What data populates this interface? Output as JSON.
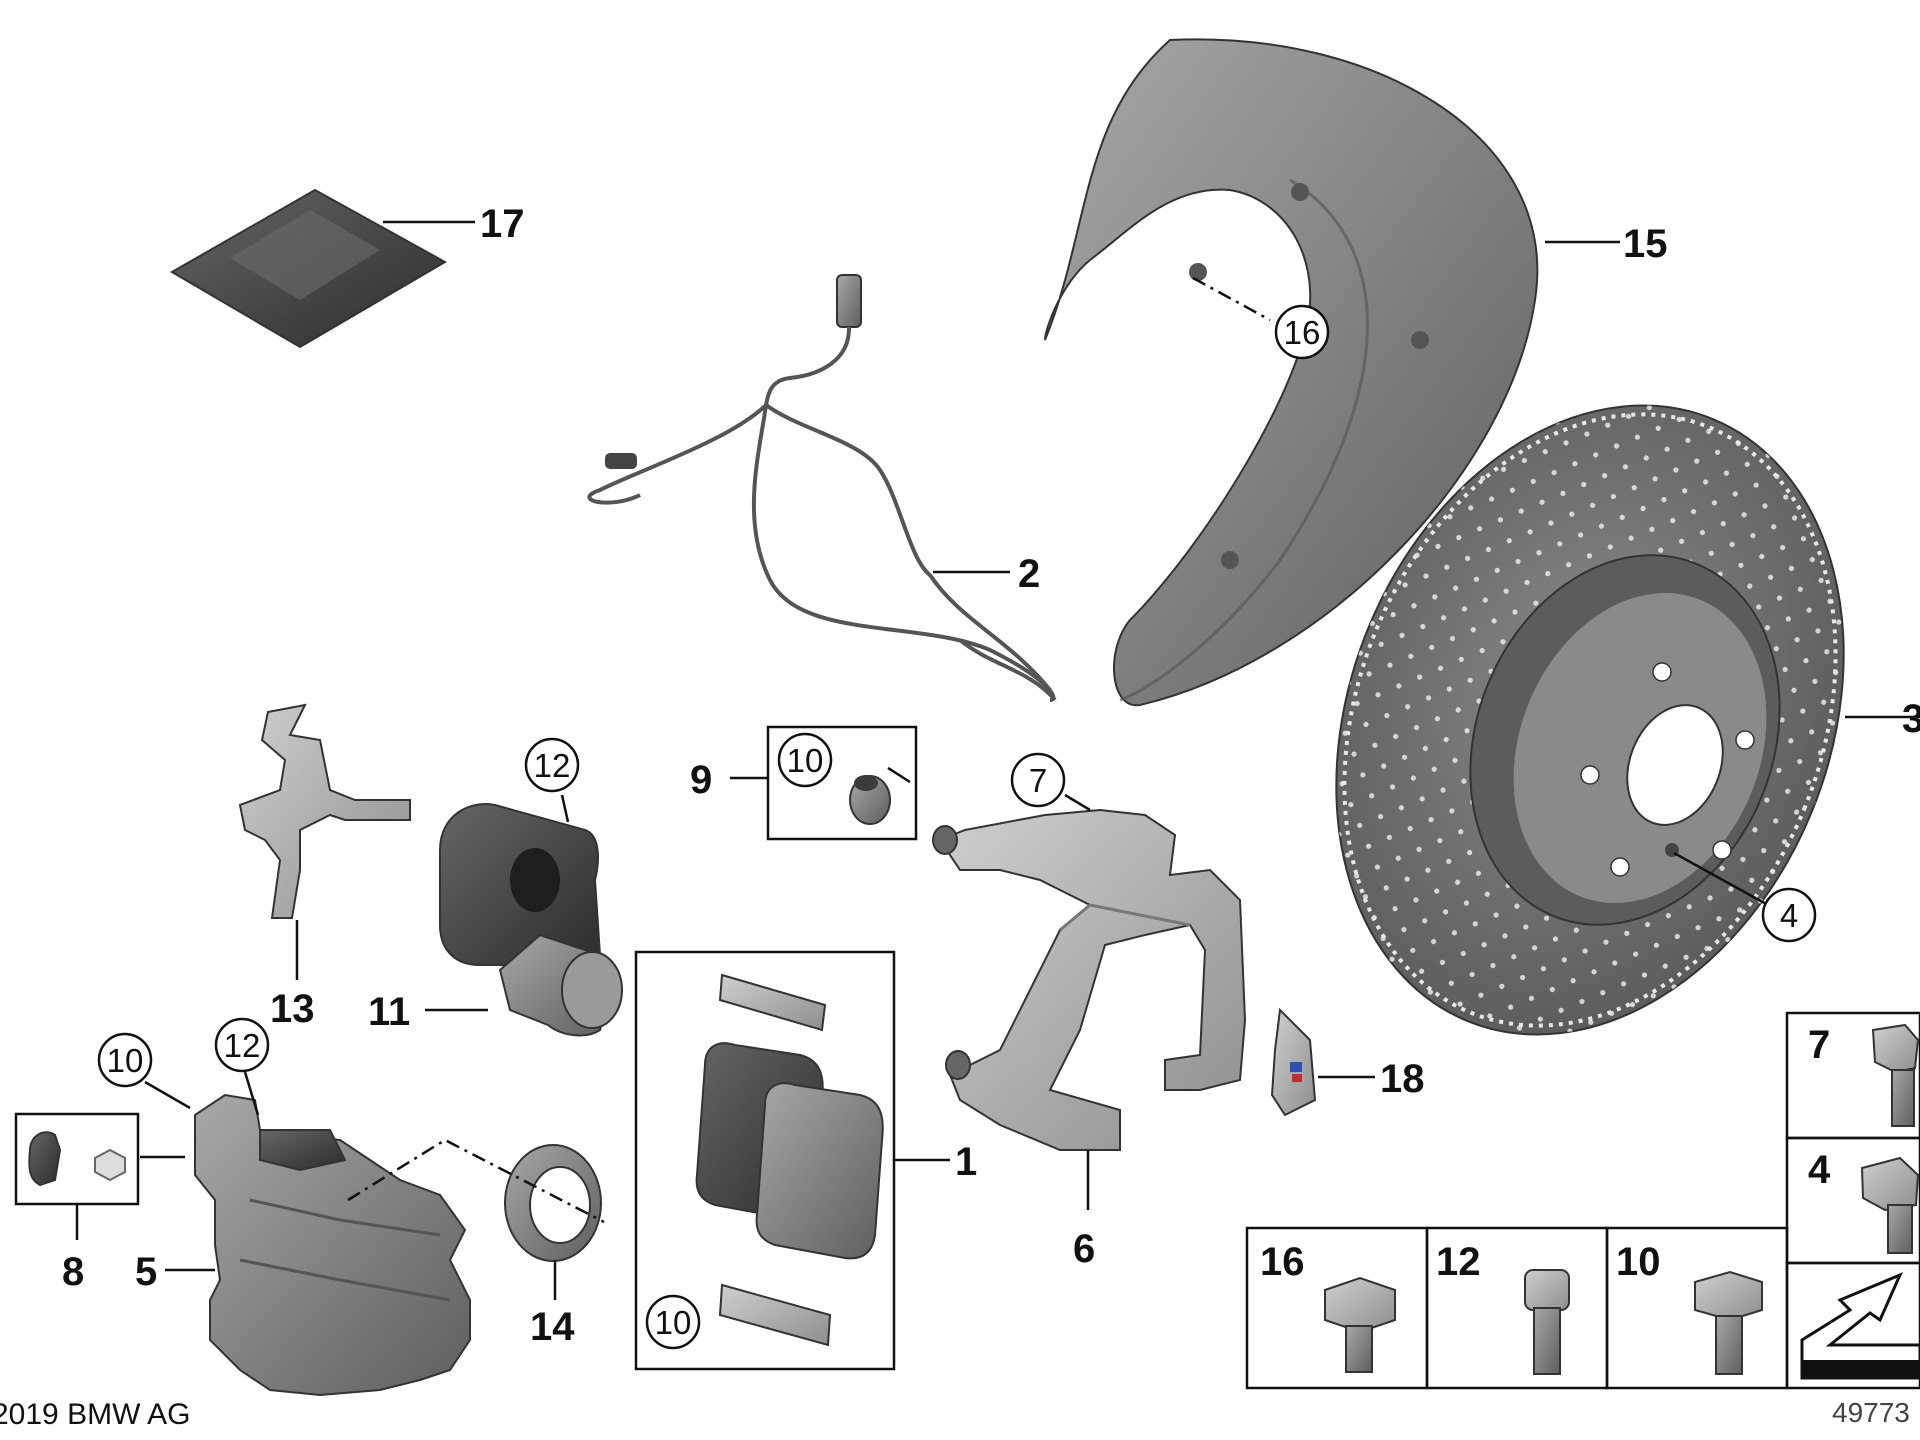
{
  "labels": {
    "l1": "1",
    "l2": "2",
    "l3": "3",
    "l4": "4",
    "l5": "5",
    "l6": "6",
    "l7": "7",
    "l8": "8",
    "l9": "9",
    "l10": "10",
    "l11": "11",
    "l12": "12",
    "l13": "13",
    "l14": "14",
    "l15": "15",
    "l16": "16",
    "l17": "17",
    "l18": "18"
  },
  "hardware_table": {
    "items": [
      "7",
      "4",
      "16",
      "12",
      "10"
    ]
  },
  "footer": {
    "copyright": "2019 BMW AG",
    "diagram_number": "49773"
  },
  "colors": {
    "part_dark": "#3a3a3a",
    "part_mid": "#7d7d7d",
    "part_light": "#b4b4b4",
    "line": "#111111"
  }
}
